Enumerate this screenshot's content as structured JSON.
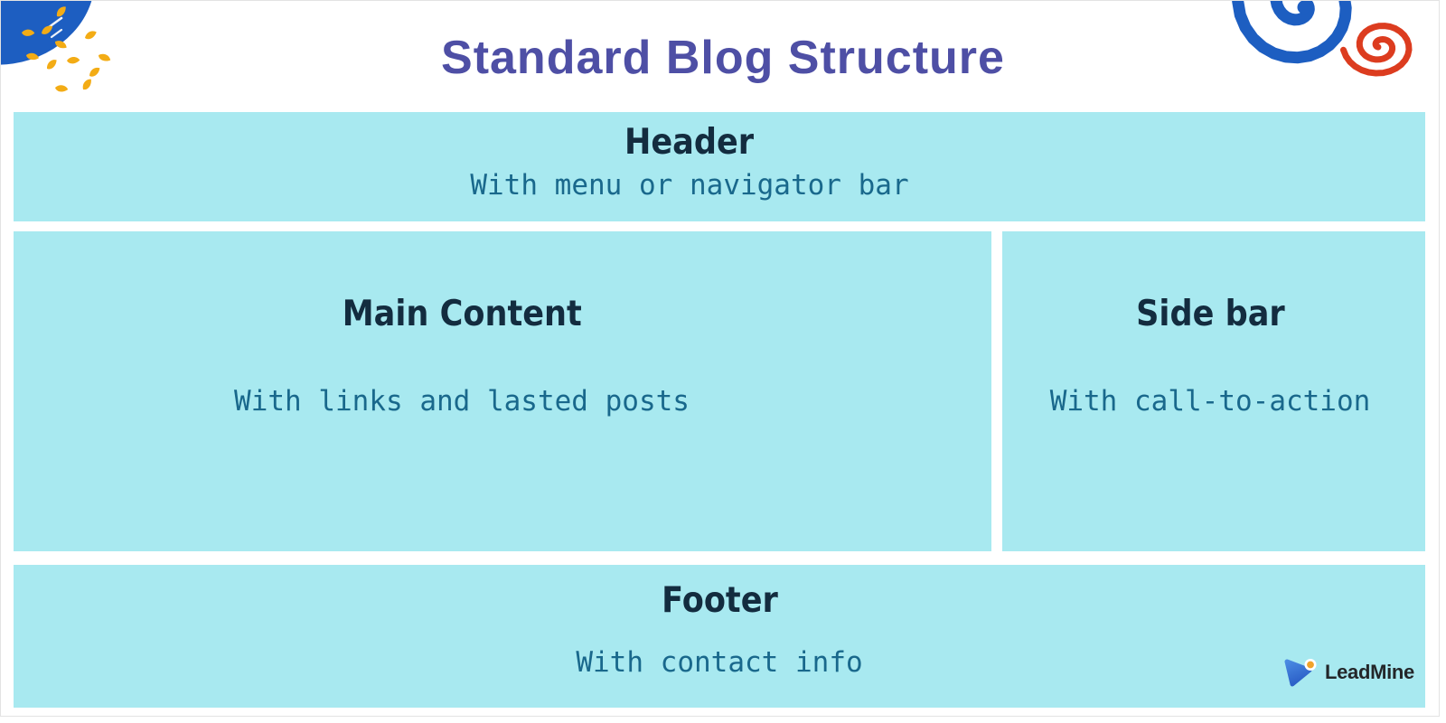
{
  "title": "Standard Blog Structure",
  "boxes": {
    "header": {
      "label": "Header",
      "description": "With menu or navigator bar"
    },
    "main": {
      "label": "Main Content",
      "description": "With links and lasted posts"
    },
    "sidebar": {
      "label": "Side bar",
      "description": "With call-to-action"
    },
    "footer": {
      "label": "Footer",
      "description": "With contact info"
    }
  },
  "logo": {
    "text": "LeadMine"
  },
  "decorations": {
    "top_left": "paint-blob-with-confetti",
    "top_right_primary": "blue-spiral",
    "top_right_secondary": "red-spiral"
  },
  "theme": {
    "canvas_bg": "#ffffff",
    "frame_border": "#e3e3e3",
    "box_bg": "#a8e9f0",
    "title_color": "#4e4fa5",
    "heading_color": "#132c3f",
    "subtitle_color": "#19688c",
    "decor_blue": "#1d5ec1",
    "decor_yellow": "#f3ac15",
    "decor_red": "#dc3c1f",
    "logo_blue": "#3a78d6",
    "logo_orange": "#f0a32a",
    "logo_text_color": "#232629"
  }
}
